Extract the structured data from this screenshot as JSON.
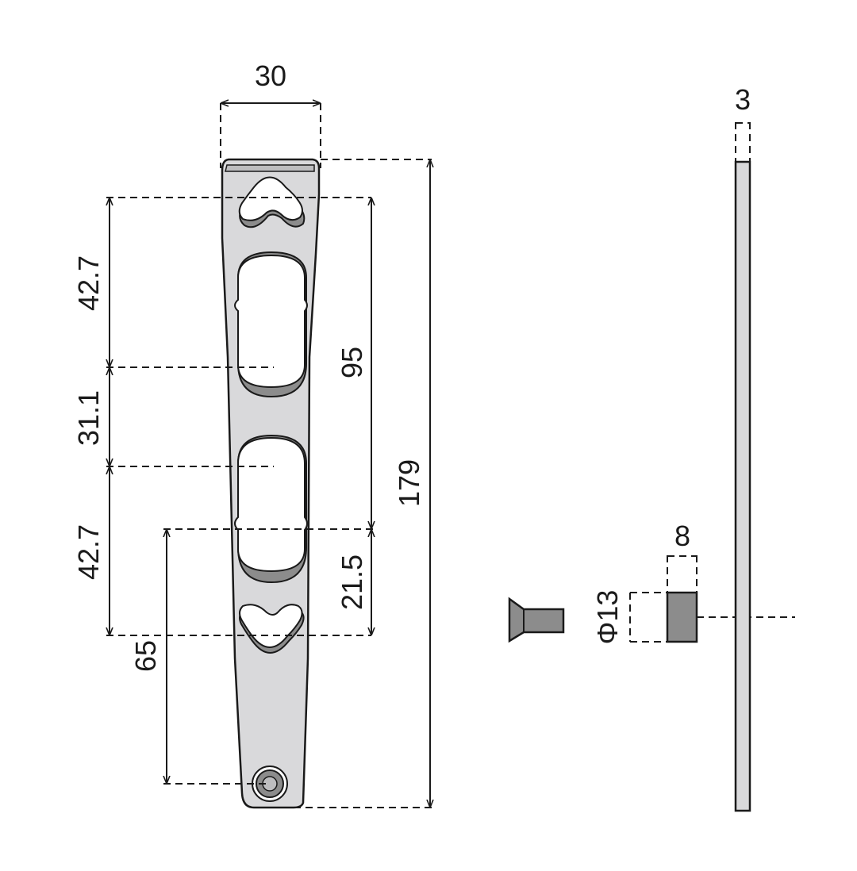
{
  "dimensions": {
    "width_top": "30",
    "thickness": "3",
    "slot_spacing_top": "42.7",
    "slot_gap": "31.1",
    "slot_spacing_bottom": "42.7",
    "keyhole_distance": "95",
    "overall_length": "179",
    "pivot_offset": "21.5",
    "pivot_to_bottom": "65",
    "magnet_depth": "8",
    "magnet_diameter": "Φ13"
  },
  "colors": {
    "plate_fill": "#d9d9db",
    "slot_shadow": "#8c8c8c",
    "magnet_fill": "#8c8c8c",
    "line": "#1a1a1a"
  }
}
